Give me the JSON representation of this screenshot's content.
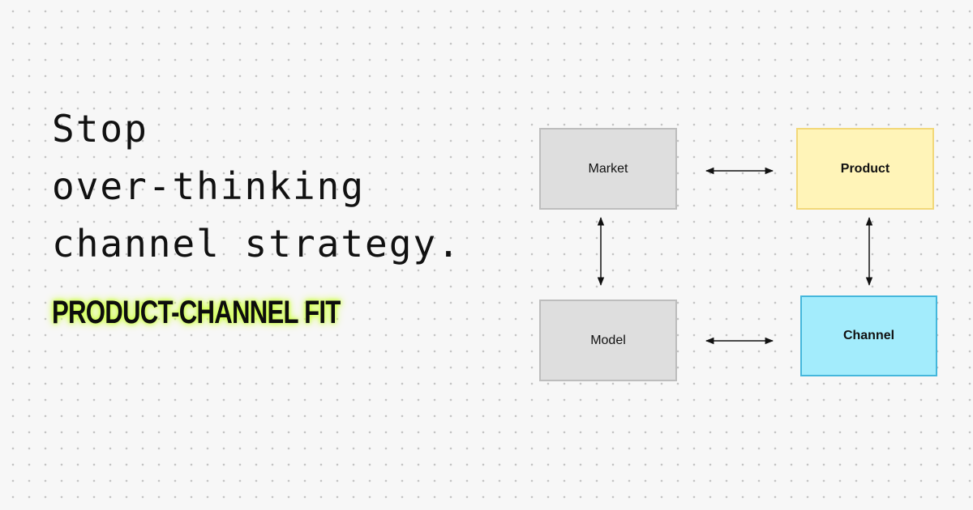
{
  "headline": {
    "lines": [
      "Stop",
      "over-thinking",
      "channel strategy."
    ]
  },
  "tagline": "PRODUCT-CHANNEL FIT",
  "diagram": {
    "nodes": {
      "market": "Market",
      "product": "Product",
      "model": "Model",
      "channel": "Channel"
    }
  },
  "colors": {
    "background": "#f7f7f7",
    "dot_grid": "#c4c4c4",
    "neutral_box": "#dedede",
    "product_box": "#fff4b8",
    "channel_box": "#a3ecfc",
    "tagline_glow": "#c8ff2e"
  }
}
